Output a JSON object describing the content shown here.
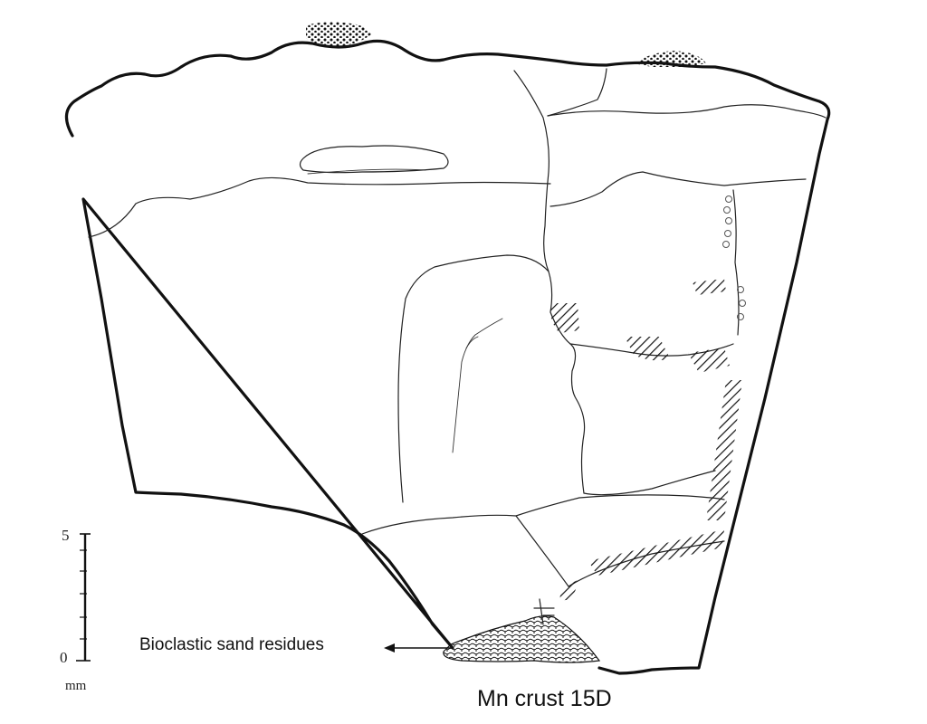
{
  "figure": {
    "title": "Mn crust 15D",
    "annotation": "Bioclastic sand residues",
    "scale": {
      "top_label": "5",
      "bottom_label": "0",
      "unit": "mm"
    }
  },
  "colors": {
    "ink": "#111111",
    "background": "#ffffff"
  }
}
